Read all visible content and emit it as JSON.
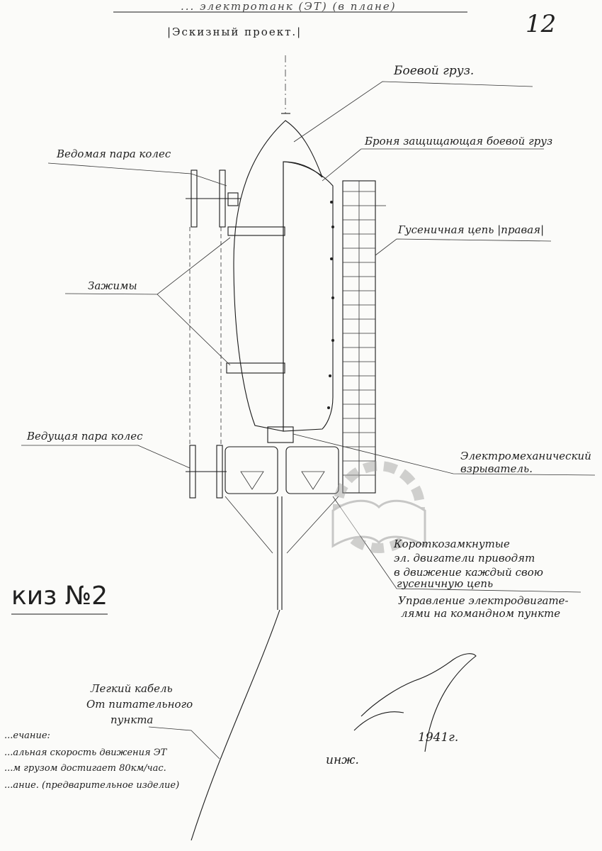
{
  "page_number": "12",
  "header": {
    "title": "... электротанк (ЭТ) (в плане)",
    "project_type": "|Эскизный проект.|"
  },
  "labels": {
    "combat_load": "Боевой груз.",
    "armor": "Броня защищающая боевой груз",
    "driven_wheels": "Ведомая пара колес",
    "track": "Гусеничная цепь |правая|",
    "clamps": "Зажимы",
    "drive_wheels": "Ведущая пара колес",
    "detonator_1": "Электромеханический",
    "detonator_2": "взрыватель.",
    "motors_1": "Короткозамкнутые",
    "motors_2": "эл. двигатели приводят",
    "motors_3": "в движение каждый свою",
    "motors_4": "гусеничную цепь",
    "control_1": "Управление электродвигате-",
    "control_2": "лями на командном пункте",
    "cable_1": "Легкий кабель",
    "cable_2": "От питательного",
    "cable_3": "пункта"
  },
  "kiz_label": "киз №2",
  "note": {
    "heading": "...ечание:",
    "line_1": "...альная скорость движения ЭТ",
    "line_2": "...м грузом достигает 80км/час.",
    "line_3": "...ание. (предварительное изделие)"
  },
  "signature": {
    "prefix": "инж.",
    "year": "1941г."
  },
  "colors": {
    "paper": "#fbfbf9",
    "ink": "#1a1a1a",
    "watermark": "#9a9a9a"
  }
}
